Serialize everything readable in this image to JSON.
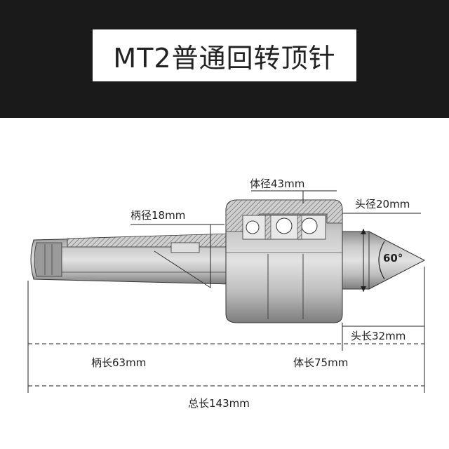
{
  "title": "MT2普通回转顶针",
  "labels": {
    "body_diameter": "体径43mm",
    "shank_diameter": "柄径18mm",
    "head_diameter": "头径20mm",
    "angle": "60°",
    "head_length": "头长32mm",
    "shank_length": "柄长63mm",
    "body_length": "体长75mm",
    "total_length": "总长143mm"
  },
  "colors": {
    "banner": "#1a1a1a",
    "part_gray": "#b9b9b9",
    "line": "#222222"
  }
}
